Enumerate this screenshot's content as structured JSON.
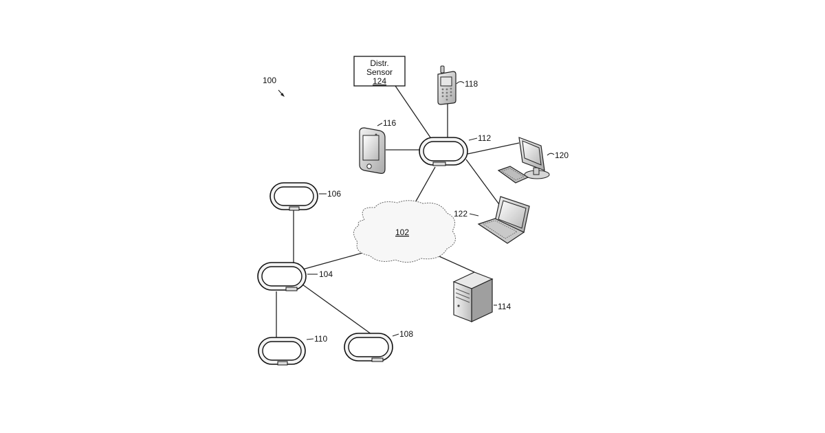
{
  "figure": {
    "ref": "100"
  },
  "network": {
    "label": "102"
  },
  "sensor_box": {
    "line1": "Distr.",
    "line2": "Sensor",
    "ref": "124"
  },
  "labels": {
    "hub_104": "104",
    "band_106": "106",
    "band_108": "108",
    "band_110": "110",
    "hub_112": "112",
    "server_114": "114",
    "tablet_116": "116",
    "phone_118": "118",
    "desktop_120": "120",
    "laptop_122": "122"
  },
  "icons": {
    "bands": "wristband-icon",
    "cloud": "cloud-icon",
    "server": "server-icon",
    "tablet": "tablet-icon",
    "phone": "cell-phone-icon",
    "desktop": "desktop-computer-icon",
    "laptop": "laptop-icon"
  }
}
